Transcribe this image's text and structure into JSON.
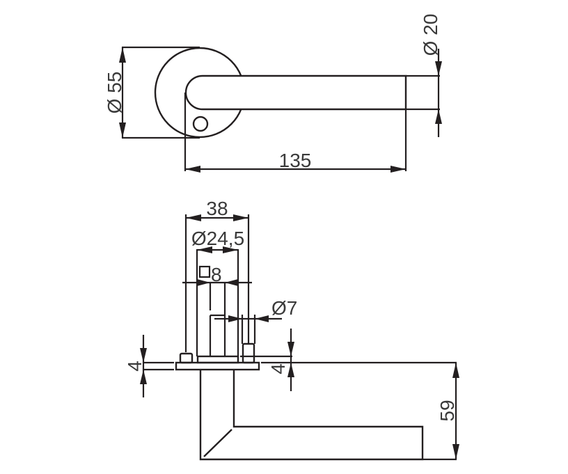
{
  "drawing": {
    "top_view": {
      "rose_diameter": "Ø 55",
      "lever_diameter": "Ø 20",
      "lever_length": "135"
    },
    "side_view": {
      "rose_width": "38",
      "rose_inner_diameter": "Ø24,5",
      "spindle_square": "8",
      "screw_diameter": "Ø7",
      "rose_thickness_left": "4",
      "rose_thickness_right": "4",
      "lever_projection": "59"
    }
  }
}
